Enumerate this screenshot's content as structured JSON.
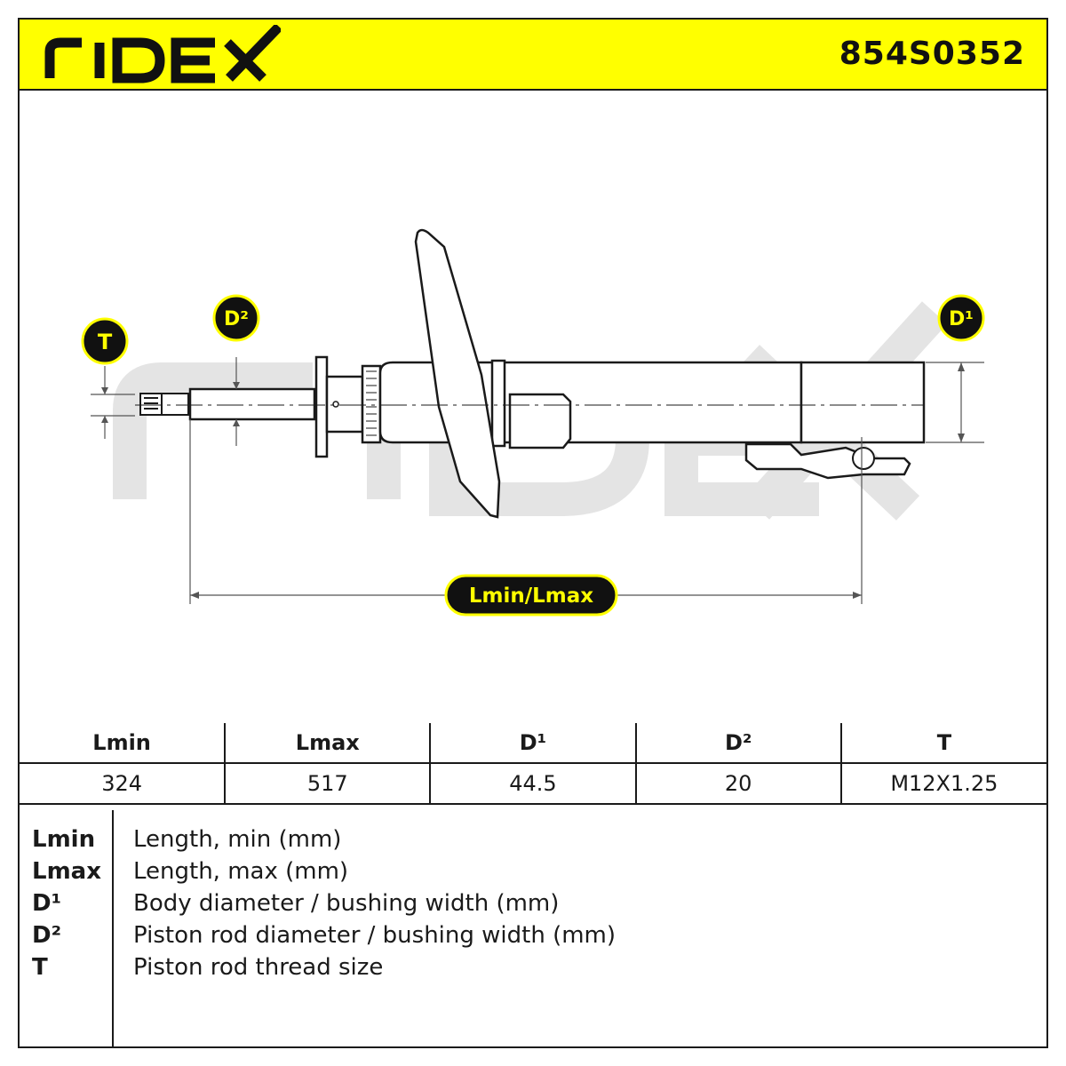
{
  "header": {
    "brand": "RIDEX",
    "part_number": "854S0352",
    "background_color": "#ffff00"
  },
  "drawing": {
    "watermark": "RIDEX",
    "labels": {
      "t": "T",
      "d2": "D²",
      "d1": "D¹",
      "length": "Lmin/Lmax"
    }
  },
  "specs": {
    "headers": [
      "Lmin",
      "Lmax",
      "D¹",
      "D²",
      "T"
    ],
    "values": [
      "324",
      "517",
      "44.5",
      "20",
      "M12X1.25"
    ]
  },
  "legend": [
    {
      "key": "Lmin",
      "desc": "Length, min (mm)"
    },
    {
      "key": "Lmax",
      "desc": "Length, max (mm)"
    },
    {
      "key": "D¹",
      "desc": "Body diameter / bushing width (mm)"
    },
    {
      "key": "D²",
      "desc": "Piston rod diameter / bushing width (mm)"
    },
    {
      "key": "T",
      "desc": "Piston rod thread size"
    }
  ]
}
